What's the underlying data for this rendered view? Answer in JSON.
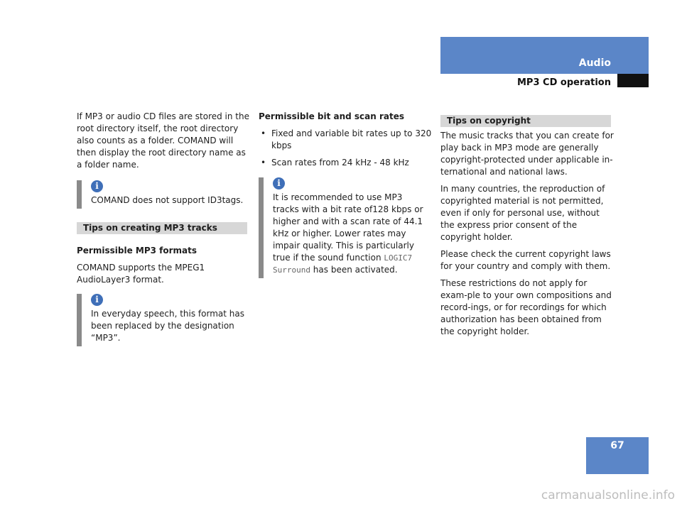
{
  "header": {
    "section": "Audio",
    "title": "MP3 CD operation"
  },
  "col1": {
    "intro": "If MP3 or audio CD files are stored in the root directory itself, the root directory also counts as a folder. COMAND will then display the root directory name as a folder name.",
    "note1": "COMAND does not support ID3tags.",
    "section_title": "Tips on creating MP3 tracks",
    "formats_heading": "Permissible MP3 formats",
    "formats_text": "COMAND supports the MPEG1 AudioLayer3 format.",
    "note2": "In everyday speech, this format has been replaced by the designation “MP3”."
  },
  "col2": {
    "heading": "Permissible bit and scan rates",
    "bullets": [
      "Fixed and variable bit rates up to 320 kbps",
      "Scan rates from 24 kHz - 48 kHz"
    ],
    "note_before": "It is recommended to use MP3 tracks with a bit rate of128 kbps or higher and with a scan rate of 44.1 kHz or higher. Lower rates may impair quality. This is particularly true if the sound function ",
    "note_code": "LOGIC7 Surround",
    "note_after": " has been activated."
  },
  "col3": {
    "section_title": "Tips on copyright",
    "paragraphs": [
      "The music tracks that you can create for play back in MP3 mode are generally copyright-protected under applicable in-ternational and national laws.",
      "In many countries, the reproduction of copyrighted material is not permitted, even if only for personal use, without the express prior consent of the copyright holder.",
      "Please check the current copyright laws for your country and comply with them.",
      "These restrictions do not apply for exam-ple to your own compositions and record-ings, or for recordings for which authorization has been obtained from the copyright holder."
    ]
  },
  "info_glyph": "i",
  "bullet_glyph": "•",
  "page_number": "67",
  "watermark": "carmanualsonline.info",
  "colors": {
    "accent_blue": "#5b86c8",
    "note_bar": "#8a8a8a",
    "section_bar": "#d7d7d7"
  }
}
